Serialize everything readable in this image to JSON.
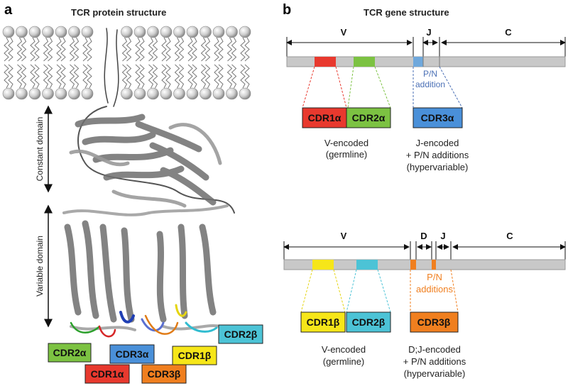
{
  "panels": {
    "a": {
      "label": "a",
      "title": "TCR protein structure",
      "constant_label": "Constant domain",
      "variable_label": "Variable domain",
      "cdr_labels": [
        {
          "id": "cdr2a",
          "text": "CDR2α",
          "color": "#7cc242"
        },
        {
          "id": "cdr1a",
          "text": "CDR1α",
          "color": "#e8392e"
        },
        {
          "id": "cdr3a",
          "text": "CDR3α",
          "color": "#4a90d9"
        },
        {
          "id": "cdr3b",
          "text": "CDR3β",
          "color": "#f07f1f"
        },
        {
          "id": "cdr1b",
          "text": "CDR1β",
          "color": "#f6e619"
        },
        {
          "id": "cdr2b",
          "text": "CDR2β",
          "color": "#4cc3d6"
        }
      ]
    },
    "b": {
      "label": "b",
      "title": "TCR gene structure",
      "alpha": {
        "V": "V",
        "J": "J",
        "C": "C",
        "pn": "P/N addition",
        "pn_line1": "P/N",
        "pn_line2": "addition",
        "cdr1": {
          "text": "CDR1α",
          "color": "#e8392e"
        },
        "cdr2": {
          "text": "CDR2α",
          "color": "#7cc242"
        },
        "cdr3": {
          "text": "CDR3α",
          "color": "#4a90d9"
        },
        "caption_v": [
          "V-encoded",
          "(germline)"
        ],
        "caption_j": [
          "J-encoded",
          "+ P/N additions",
          "(hypervariable)"
        ]
      },
      "beta": {
        "V": "V",
        "D": "D",
        "J": "J",
        "C": "C",
        "pn_line1": "P/N",
        "pn_line2": "additions",
        "cdr1": {
          "text": "CDR1β",
          "color": "#f6e619"
        },
        "cdr2": {
          "text": "CDR2β",
          "color": "#4cc3d6"
        },
        "cdr3": {
          "text": "CDR3β",
          "color": "#f07f1f"
        },
        "caption_v": [
          "V-encoded",
          "(germline)"
        ],
        "caption_j": [
          "D;J-encoded",
          "+ P/N additions",
          "(hypervariable)"
        ]
      }
    }
  },
  "colors": {
    "gene_bar": "#c8c8c8",
    "pn_alpha_text": "#4a6fb5",
    "pn_beta_text": "#f07f1f",
    "ribbon": "#8a8a8a"
  }
}
